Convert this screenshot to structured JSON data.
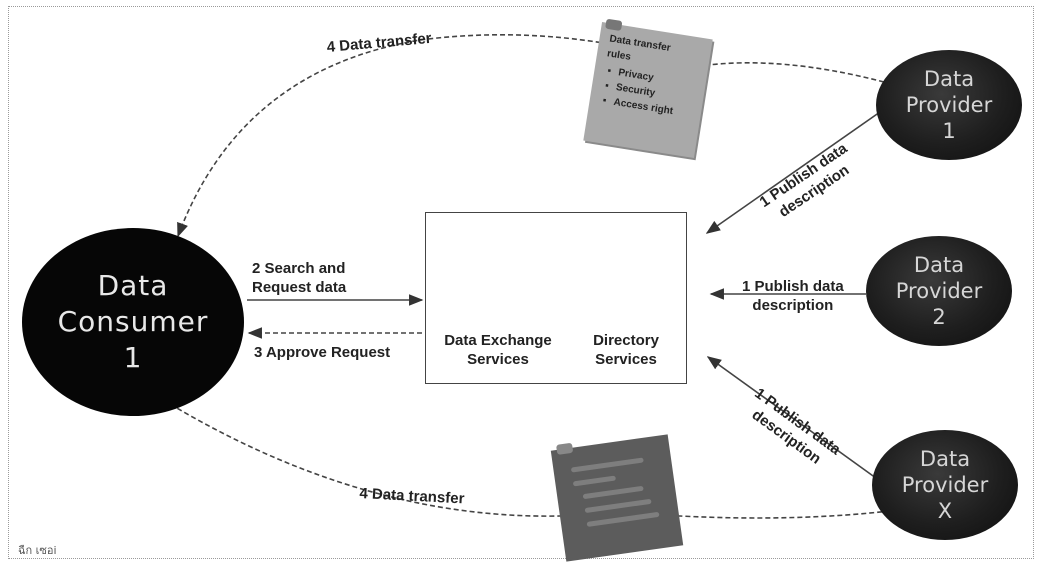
{
  "consumer": {
    "line1": "Data",
    "line2": "Consumer",
    "line3": "1"
  },
  "providers": [
    {
      "line1": "Data",
      "line2": "Provider",
      "line3": "1"
    },
    {
      "line1": "Data",
      "line2": "Provider",
      "line3": "2"
    },
    {
      "line1": "Data",
      "line2": "Provider",
      "line3": "X"
    }
  ],
  "flows": {
    "data_transfer_top": "4 Data transfer",
    "data_transfer_bottom": "4 Data transfer",
    "search_line1": "2  Search and",
    "search_line2": "Request data",
    "approve": "3 Approve Request",
    "publish_1_line1": "1 Publish data",
    "publish_1_line2": "description",
    "publish_2_line1": "1 Publish data",
    "publish_2_line2": "description",
    "publish_x_line1": "1 Publish data",
    "publish_x_line2": "description"
  },
  "services": {
    "exchange_line1": "Data Exchange",
    "exchange_line2": "Services",
    "directory_line1": "Directory",
    "directory_line2": "Services"
  },
  "note_top": {
    "title_line1": "Data transfer",
    "title_line2": "rules",
    "items": [
      "Privacy",
      "Security",
      "Access right"
    ]
  },
  "caption": "ฉืก  เซอi"
}
